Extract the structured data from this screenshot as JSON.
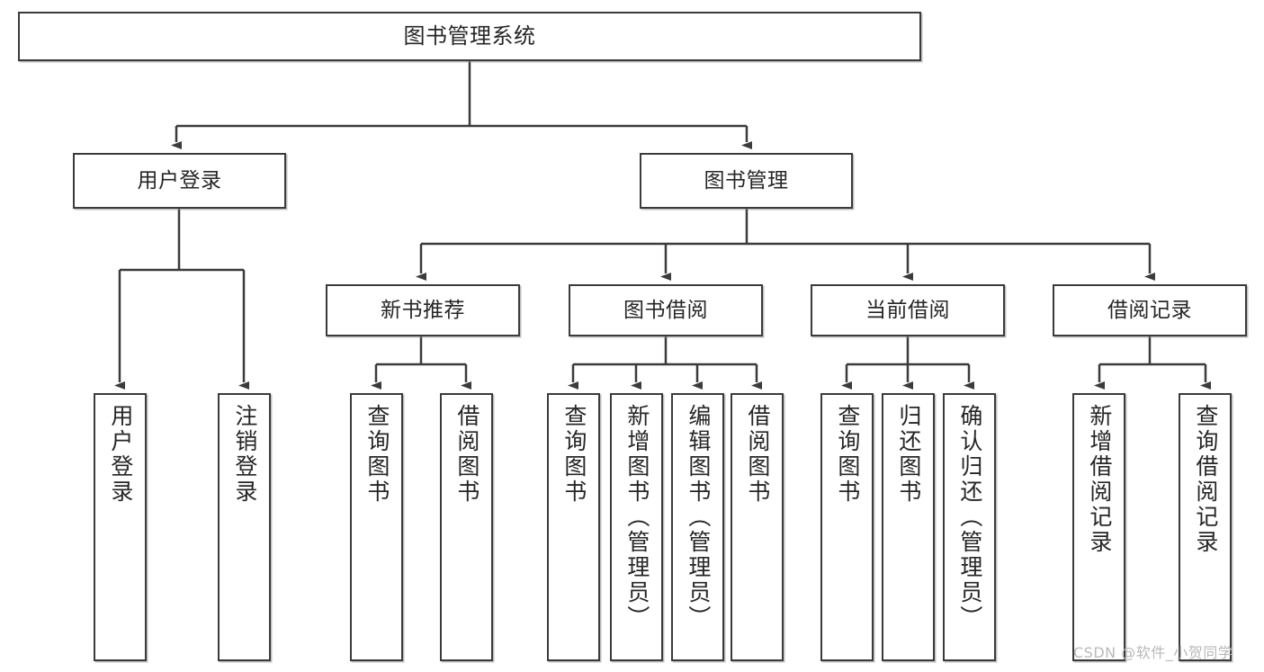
{
  "diagram": {
    "title": "图书管理系统",
    "type": "functional-structure-tree",
    "orientation": "top-down",
    "line_color": "#3b3b3b",
    "box_fill": "#ffffff",
    "text_color": "#262626",
    "watermark": "CSDN @软件_小贺同学"
  },
  "nodes": {
    "root": {
      "label": "图书管理系统"
    },
    "level2": [
      {
        "id": "user-login",
        "label": "用户登录"
      },
      {
        "id": "book-manage",
        "label": "图书管理"
      }
    ],
    "level3": [
      {
        "id": "new-book-recommend",
        "label": "新书推荐"
      },
      {
        "id": "book-borrow",
        "label": "图书借阅"
      },
      {
        "id": "current-borrow",
        "label": "当前借阅"
      },
      {
        "id": "borrow-record",
        "label": "借阅记录"
      }
    ],
    "leaves": {
      "user_login": [
        {
          "id": "leaf-user-login",
          "label": "用户登录"
        },
        {
          "id": "leaf-user-logout",
          "label": "注销登录"
        }
      ],
      "new_book_recommend": [
        {
          "id": "leaf-query-book-1",
          "label": "查询图书"
        },
        {
          "id": "leaf-borrow-book-1",
          "label": "借阅图书"
        }
      ],
      "book_borrow": [
        {
          "id": "leaf-query-book-2",
          "label": "查询图书"
        },
        {
          "id": "leaf-add-book",
          "label": "新增图书（管理员）"
        },
        {
          "id": "leaf-edit-book",
          "label": "编辑图书（管理员）"
        },
        {
          "id": "leaf-borrow-book-2",
          "label": "借阅图书"
        }
      ],
      "current_borrow": [
        {
          "id": "leaf-query-book-3",
          "label": "查询图书"
        },
        {
          "id": "leaf-return-book",
          "label": "归还图书"
        },
        {
          "id": "leaf-confirm-return",
          "label": "确认归还（管理员）"
        }
      ],
      "borrow_record": [
        {
          "id": "leaf-add-record",
          "label": "新增借阅记录"
        },
        {
          "id": "leaf-query-record",
          "label": "查询借阅记录"
        }
      ]
    }
  }
}
